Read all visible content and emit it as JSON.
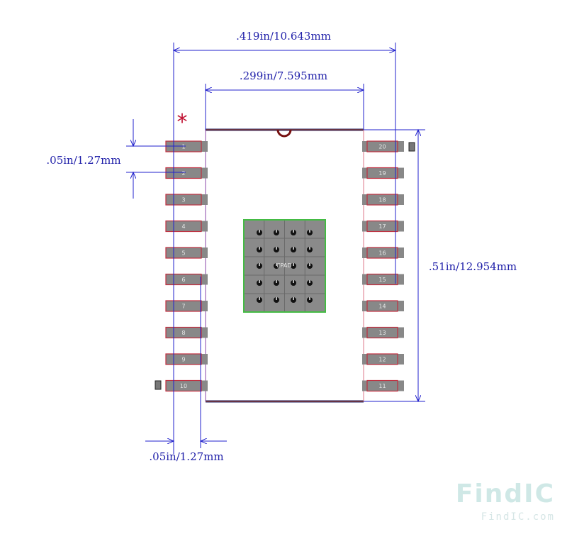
{
  "dimensions": {
    "overall_width": ".419in/10.643mm",
    "body_width": ".299in/7.595mm",
    "pin_pitch": ".05in/1.27mm",
    "body_length": ".51in/12.954mm",
    "pin_offset": ".05in/1.27mm"
  },
  "pin1_marker": "*",
  "exposed_pad_label": "EPAD",
  "left_pins": [
    "1",
    "2",
    "3",
    "4",
    "5",
    "6",
    "7",
    "8",
    "9",
    "10"
  ],
  "right_pins": [
    "20",
    "19",
    "18",
    "17",
    "16",
    "15",
    "14",
    "13",
    "12",
    "11"
  ],
  "watermark": {
    "logo": "FindIC",
    "url": "FindIC.com"
  },
  "colors": {
    "dimension": "#2222cc",
    "pad_fill": "#888888",
    "pad_outline": "#c03040",
    "epad_outline": "#44bb44",
    "marker": "#c01030",
    "watermark": "#cfe8e6"
  }
}
